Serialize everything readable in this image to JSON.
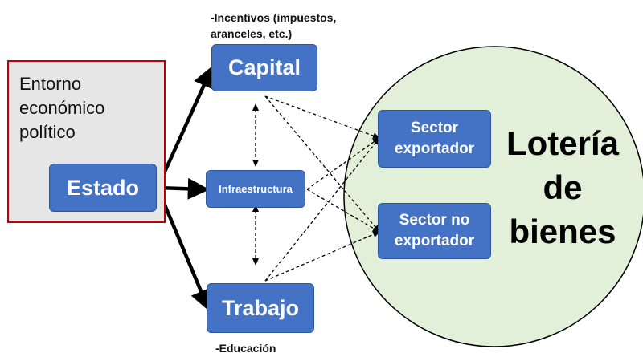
{
  "environment": {
    "label": "Entorno\neconómico\npolítico"
  },
  "nodes": {
    "estado": "Estado",
    "capital": "Capital",
    "infraestructura": "Infraestructura",
    "trabajo": "Trabajo",
    "sector_exportador": "Sector exportador",
    "sector_no_exportador": "Sector no exportador"
  },
  "lottery": {
    "label": "Lotería\nde\nbienes",
    "fill_color": "#e2efd9"
  },
  "notes": {
    "capital": "-Incentivos (impuestos,\naranceles, etc.)",
    "trabajo": "-Educación"
  },
  "colors": {
    "node_fill": "#4472c4",
    "environment_border": "#c00000",
    "environment_fill": "#e6e6e6"
  }
}
